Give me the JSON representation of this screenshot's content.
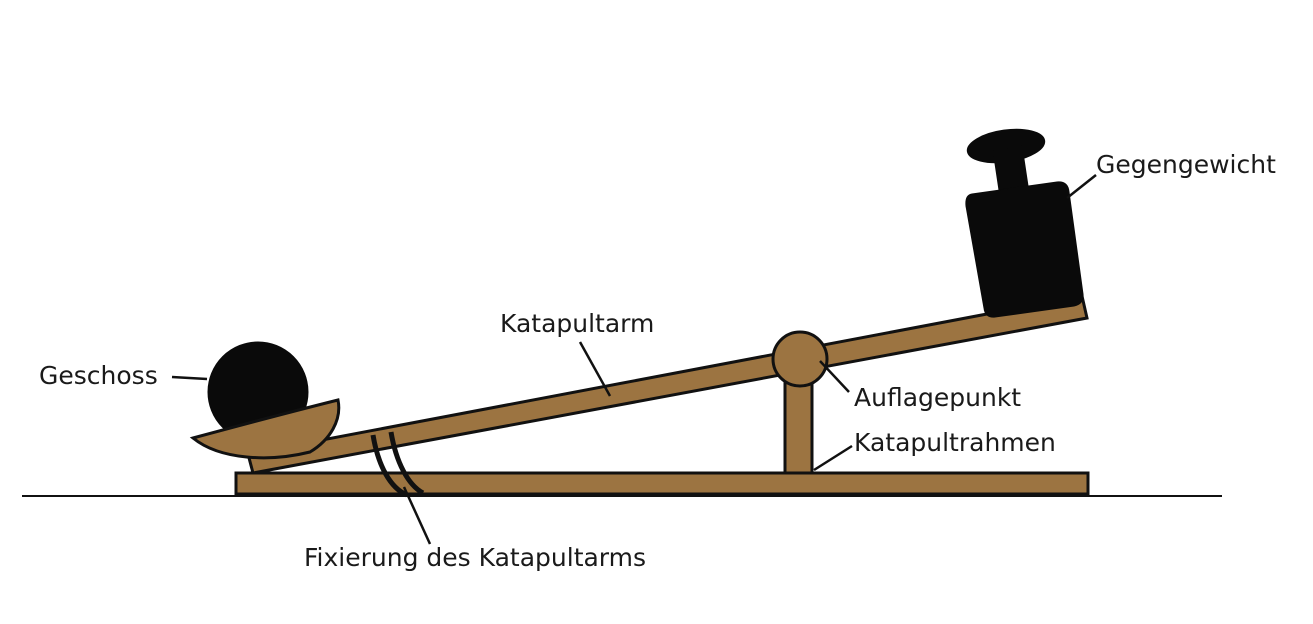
{
  "labels": {
    "counterweight": "Gegengewicht",
    "arm": "Katapultarm",
    "projectile": "Geschoss",
    "pivot": "Auflagepunkt",
    "frame": "Katapultrahmen",
    "fixing": "Fixierung des Katapultarms"
  },
  "colors": {
    "wood": "#9c7441",
    "outline": "#111111",
    "weight": "#0a0a0a",
    "background": "#ffffff"
  }
}
